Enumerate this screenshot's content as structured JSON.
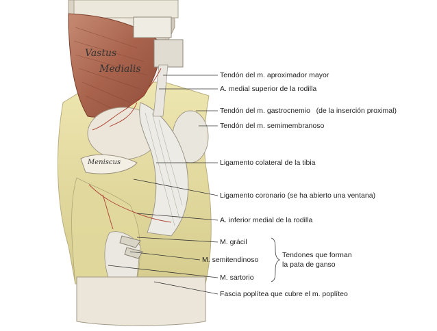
{
  "image_labels": {
    "vastus": "Vastus",
    "medialis": "Medialis",
    "meniscus": "Meniscus"
  },
  "callouts": [
    "Tendón del m. aproximador mayor",
    "A. medial superior de la rodilla",
    "Tendón del m. gastrocnemio   (de la inserción proximal)",
    "Tendón del m. semimembranoso",
    "Ligamento colateral de la tibia",
    "Ligamento coronario (se ha abierto una ventana)",
    "A. inferior medial de la rodilla",
    "M. grácil",
    "M. semitendinoso",
    "M. sartorio",
    "Fascia poplítea que cubre el m. poplíteo"
  ],
  "group_label": {
    "line1": "Tendones que forman",
    "line2": "la pata de ganso"
  },
  "colors": {
    "background": "#ffffff",
    "bone": "#e8e0d0",
    "muscle": "#b5705a",
    "tendon": "#e6e4dc",
    "fat": "#e4dc9e",
    "vessel": "#b04a3a",
    "leader": "#333333"
  }
}
